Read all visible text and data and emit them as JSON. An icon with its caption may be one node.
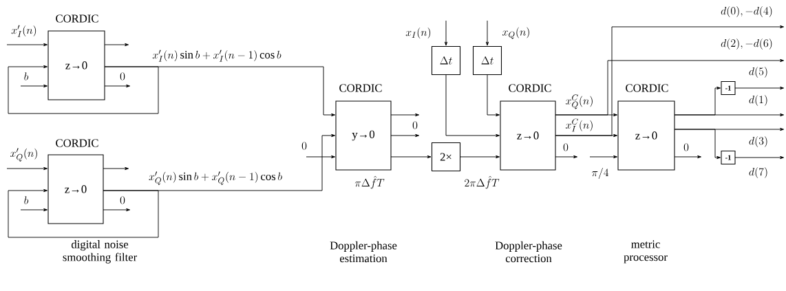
{
  "diagram": {
    "nodes": [
      {
        "text": [
          "CORDIC",
          "z→0"
        ]
      },
      {
        "text": [
          "CORDIC",
          "z→0"
        ]
      },
      {
        "text": [
          "CORDIC",
          "y→0"
        ]
      },
      {
        "text": [
          "\\Delta t"
        ]
      },
      {
        "text": [
          "\\Delta t"
        ]
      },
      {
        "text": [
          "2×"
        ]
      },
      {
        "text": [
          "CORDIC",
          "z→0"
        ]
      },
      {
        "text": [
          "CORDIC",
          "z→0"
        ]
      },
      {
        "text": [
          "-1"
        ]
      },
      {
        "text": [
          "-1"
        ]
      }
    ],
    "edges": [
      {
        "from": null,
        "to": 0,
        "arrow": "to",
        "label": "x'_I(n)"
      },
      {
        "from": null,
        "to": 0,
        "arrow": "to",
        "label": "b"
      },
      {
        "from": 0,
        "to": null,
        "arrow": "to"
      },
      {
        "from": 0,
        "to": null,
        "arrow": "to",
        "label": "0"
      },
      {
        "from": 0,
        "to": 0,
        "arrow": "to"
      },
      {
        "from": 0,
        "to": 2,
        "arrow": "to",
        "label": "x'_I(n)\\sin b+x'_I(n-1)\\cos b"
      },
      {
        "from": null,
        "to": 1,
        "arrow": "to",
        "label": "x'_Q(n)"
      },
      {
        "from": null,
        "to": 1,
        "arrow": "to",
        "label": "b"
      },
      {
        "from": 1,
        "to": null,
        "arrow": "to"
      },
      {
        "from": 1,
        "to": null,
        "arrow": "to",
        "label": "0"
      },
      {
        "from": 1,
        "to": 1,
        "arrow": "to"
      },
      {
        "from": 1,
        "to": 2,
        "arrow": "to",
        "label": "x'_Q(n)\\sin b+x'_Q(n-1)\\cos b"
      },
      {
        "from": null,
        "to": 2,
        "arrow": "to",
        "label": "0"
      },
      {
        "from": 2,
        "to": null,
        "arrow": "to"
      },
      {
        "from": 2,
        "to": null,
        "arrow": "to",
        "label": "0"
      },
      {
        "from": 2,
        "to": 5,
        "arrow": "to",
        "label": "\\pi\\Delta\\hat{f}T"
      },
      {
        "from": null,
        "to": 3,
        "arrow": "to",
        "label": "x_I(n)"
      },
      {
        "from": null,
        "to": 4,
        "arrow": "to",
        "label": "x_Q(n)"
      },
      {
        "from": 3,
        "to": 6,
        "arrow": "to"
      },
      {
        "from": 4,
        "to": 6,
        "arrow": "to"
      },
      {
        "from": 5,
        "to": 6,
        "arrow": "to",
        "label": "2\\pi\\Delta\\hat{f}T"
      },
      {
        "from": 6,
        "to": 7,
        "arrow": "to",
        "label": "x^C_Q(n)"
      },
      {
        "from": 6,
        "to": 7,
        "arrow": "to",
        "label": "x^C_I(n)"
      },
      {
        "from": 6,
        "to": null,
        "arrow": "to",
        "label": "d(2),-d(6)"
      },
      {
        "from": 6,
        "to": null,
        "arrow": "to",
        "label": "d(0),-d(4)"
      },
      {
        "from": 6,
        "to": null,
        "arrow": "to",
        "label": "0"
      },
      {
        "from": null,
        "to": 7,
        "arrow": "to",
        "label": "\\pi/4"
      },
      {
        "from": 7,
        "to": 8,
        "arrow": "to"
      },
      {
        "from": 7,
        "to": 9,
        "arrow": "to"
      },
      {
        "from": 7,
        "to": null,
        "arrow": "to",
        "label": "d(1)"
      },
      {
        "from": 7,
        "to": null,
        "arrow": "to",
        "label": "d(3)"
      },
      {
        "from": 7,
        "to": null,
        "arrow": "to",
        "label": "0"
      },
      {
        "from": 8,
        "to": null,
        "arrow": "to",
        "label": "d(5)"
      },
      {
        "from": 9,
        "to": null,
        "arrow": "to",
        "label": "d(7)"
      }
    ],
    "labels": [
      "digital noise smoothing filter",
      "Doppler-phase estimation",
      "Doppler-phase correction",
      "metric processor"
    ]
  }
}
